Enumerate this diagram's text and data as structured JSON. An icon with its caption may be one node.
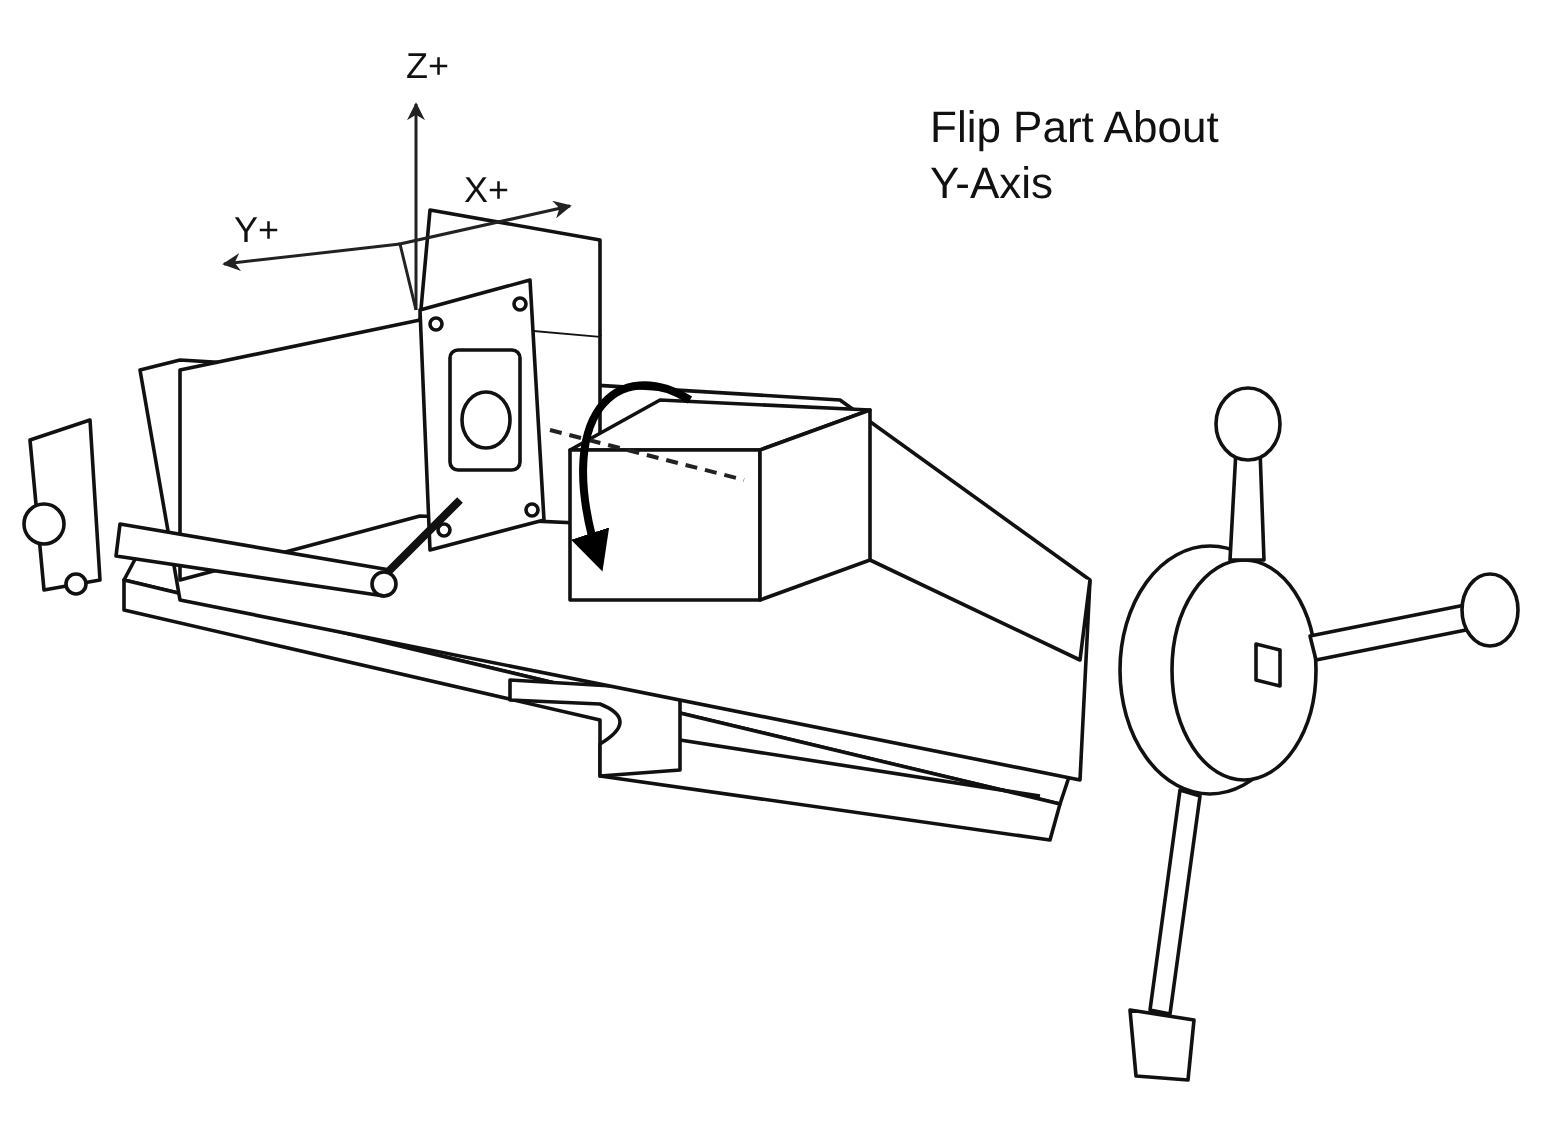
{
  "diagram": {
    "labels": [
      "Z+",
      "Flip Part About Y-Axis",
      "X+",
      "Y+"
    ]
  }
}
